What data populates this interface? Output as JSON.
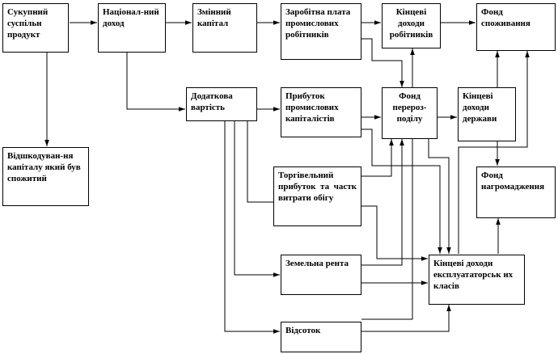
{
  "boxes": {
    "total_product": "Сукупний суспільн продукт",
    "national_income": "Націонал-ний доход",
    "variable_capital": "Змінний капітал",
    "wages": "Заробітна плата промислових робітників",
    "workers_final_income": "Кінцеві доходи робітників",
    "consumption_fund": "Фонд споживання",
    "capital_replacement": "Відшкодуван-ня капіталу який був спожитий",
    "surplus_value": "Додаткова вартість",
    "industrial_profit": "Прибуток промислових капіталістів",
    "redistribution_fund": "Фонд перероз-поділу",
    "state_final_income": "Кінцеві доходи держави",
    "trade_profit": "Торгівельний прибуток та частк витрати обігу",
    "accumulation_fund": "Фонд нагромадження",
    "land_rent": "Земельна рента",
    "exploiters_final_income": "Кінцеві доходи експлуататорськ их класів",
    "interest": "Відсоток"
  }
}
